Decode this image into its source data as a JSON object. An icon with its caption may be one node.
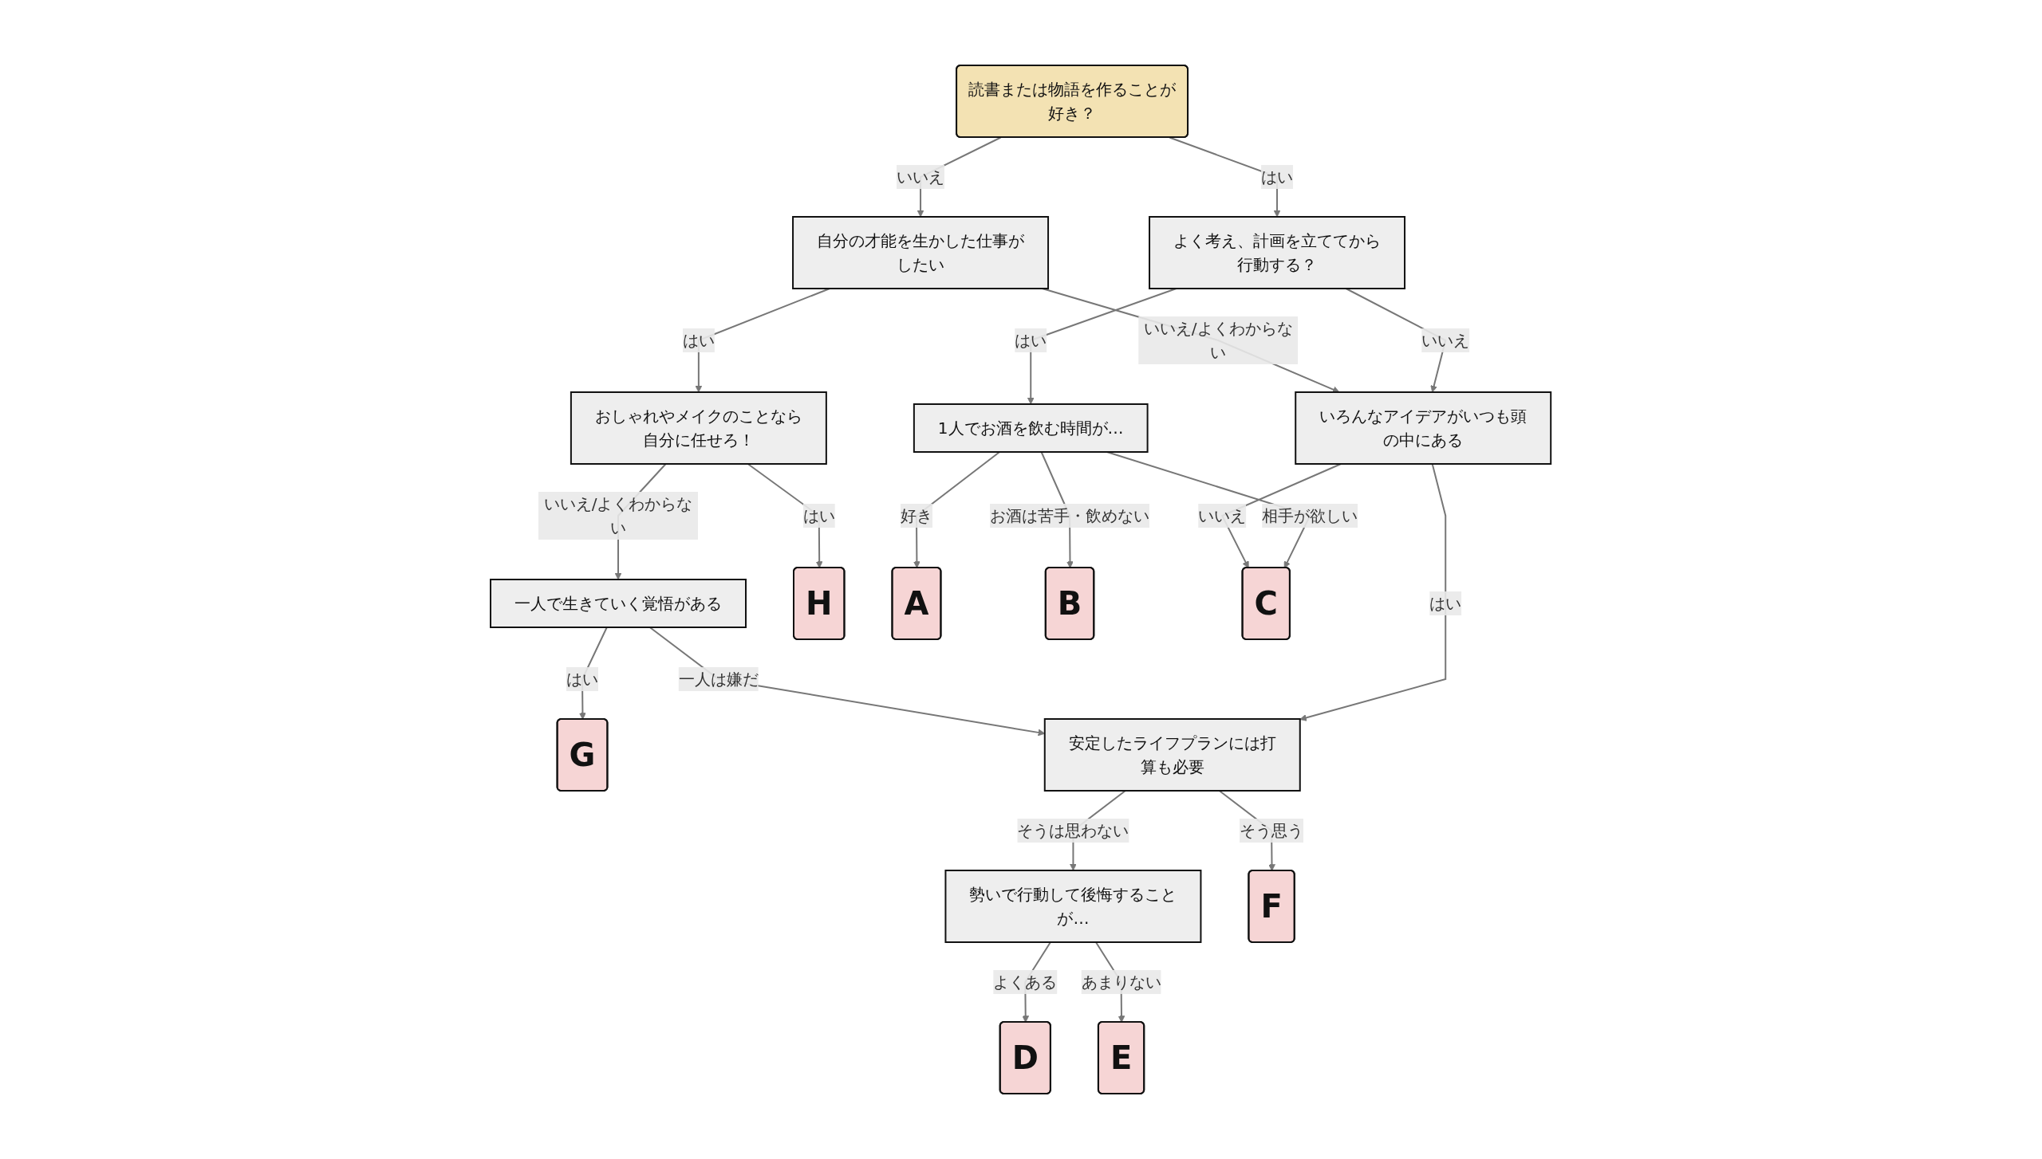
{
  "diagram": {
    "nodes": [
      {
        "text": [
          "読書または物語を作ることが好き？"
        ]
      },
      {
        "text": [
          "自分の才能を生かした仕事がしたい"
        ]
      },
      {
        "text": [
          "おしゃれやメイクのことなら自分に任せろ！"
        ]
      },
      {
        "text": [
          "よく考え、計画を立ててから行動する？"
        ]
      },
      {
        "text": [
          "一人で生きていく覚悟がある"
        ]
      },
      {
        "text": [
          "H"
        ]
      },
      {
        "text": [
          "いろんなアイデアがいつも頭の中にある"
        ]
      },
      {
        "text": [
          "G"
        ]
      },
      {
        "text": [
          "1人でお酒を飲む時間が…"
        ]
      },
      {
        "text": [
          "安定したライフプランには打算も必要"
        ]
      },
      {
        "text": [
          "勢いで行動して後悔することが…"
        ]
      },
      {
        "text": [
          "F"
        ]
      },
      {
        "text": [
          "A"
        ]
      },
      {
        "text": [
          "B"
        ]
      },
      {
        "text": [
          "C"
        ]
      },
      {
        "text": [
          "D"
        ]
      },
      {
        "text": [
          "E"
        ]
      }
    ],
    "edges": [
      {
        "from": 0,
        "to": 1,
        "arrow": "to",
        "label": "いいえ"
      },
      {
        "from": 1,
        "to": 2,
        "arrow": "to",
        "label": "はい"
      },
      {
        "from": 0,
        "to": 3,
        "arrow": "to",
        "label": "はい"
      },
      {
        "from": 1,
        "to": 6,
        "arrow": "to",
        "label": "いいえ/よくわからない"
      },
      {
        "from": 2,
        "to": 4,
        "arrow": "to",
        "label": "いいえ/よくわからない"
      },
      {
        "from": 2,
        "to": 5,
        "arrow": "to",
        "label": "はい"
      },
      {
        "from": 3,
        "to": 6,
        "arrow": "to",
        "label": "いいえ"
      },
      {
        "from": 3,
        "to": 8,
        "arrow": "to",
        "label": "はい"
      },
      {
        "from": 4,
        "to": 9,
        "arrow": "to",
        "label": "一人は嫌だ"
      },
      {
        "from": 4,
        "to": 7,
        "arrow": "to",
        "label": "はい"
      },
      {
        "from": 6,
        "to": 14,
        "arrow": "to",
        "label": "いいえ"
      },
      {
        "from": 6,
        "to": 9,
        "arrow": "to",
        "label": "はい"
      },
      {
        "from": 8,
        "to": 12,
        "arrow": "to",
        "label": "好き"
      },
      {
        "from": 8,
        "to": 14,
        "arrow": "to",
        "label": "相手が欲しい"
      },
      {
        "from": 8,
        "to": 13,
        "arrow": "to",
        "label": "お酒は苦手・飲めない"
      },
      {
        "from": 9,
        "to": 10,
        "arrow": "to",
        "label": "そうは思わない"
      },
      {
        "from": 9,
        "to": 11,
        "arrow": "to",
        "label": "そう思う"
      },
      {
        "from": 10,
        "to": 15,
        "arrow": "to",
        "label": "よくある"
      },
      {
        "from": 10,
        "to": 16,
        "arrow": "to",
        "label": "あまりない"
      }
    ]
  }
}
